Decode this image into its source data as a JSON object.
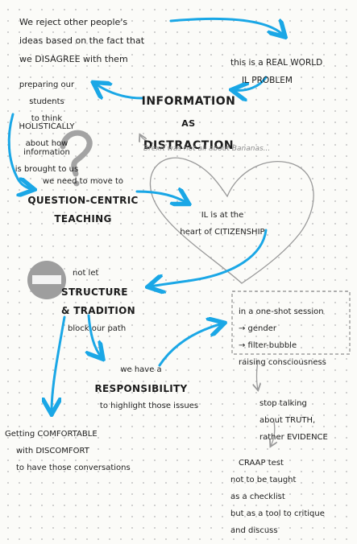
{
  "notes": {
    "reject": [
      "We reject other people's",
      "ideas based on the fact that",
      "we DISAGREE with them"
    ],
    "real_world": [
      "this is a REAL WORLD",
      "IL PROBLEM"
    ],
    "preparing": [
      "preparing our",
      "students",
      "to think HOLISTICALLY",
      "about how information",
      "is brought to us"
    ],
    "info_distraction": [
      "INFORMATION",
      "AS",
      "DISTRACTION"
    ],
    "brexit": "Brexit was not all about Bananas...",
    "question_centric": [
      "we need to move to",
      "QUESTION-CENTRIC",
      "TEACHING"
    ],
    "il_heart": [
      "IL is at the",
      "heart of CITIZENSHIP"
    ],
    "structure": [
      "not let",
      "STRUCTURE",
      "& TRADITION",
      "block our path"
    ],
    "one_shot": [
      "in a one-shot session",
      "→ gender",
      "→ filter-bubble",
      "raising consciousness"
    ],
    "responsibility": [
      "we have a",
      "RESPONSIBILITY",
      "to highlight those issues"
    ],
    "truth": [
      "stop talking",
      "about TRUTH,",
      "rather EVIDENCE"
    ],
    "comfortable": [
      "Getting COMFORTABLE",
      "with DISCOMFORT",
      "to have those conversations"
    ],
    "craap": [
      "CRAAP test",
      "not to be taught",
      "as a checklist",
      "but as a tool to critique",
      "and discuss"
    ]
  },
  "colors": {
    "ink": "#1c1c1c",
    "arrow": "#1aa7e6",
    "sketch": "#9a9a9a",
    "paper": "#fbfbf8"
  }
}
